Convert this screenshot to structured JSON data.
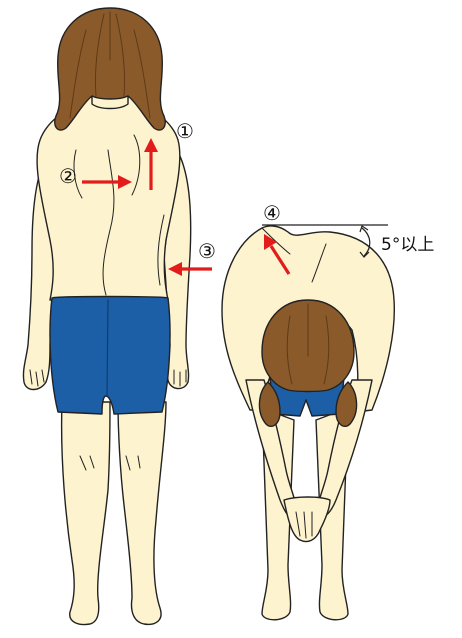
{
  "markers": [
    {
      "id": "m1",
      "label": "①"
    },
    {
      "id": "m2",
      "label": "②"
    },
    {
      "id": "m3",
      "label": "③"
    },
    {
      "id": "m4",
      "label": "④"
    }
  ],
  "angle_annotation": "5°以上",
  "colors": {
    "skin": "#fdf3cf",
    "hair": "#8a5a2b",
    "hair_dark": "#5e3a17",
    "shorts": "#1c5fa6",
    "outline": "#222222",
    "arrow": "#e21b1b"
  }
}
